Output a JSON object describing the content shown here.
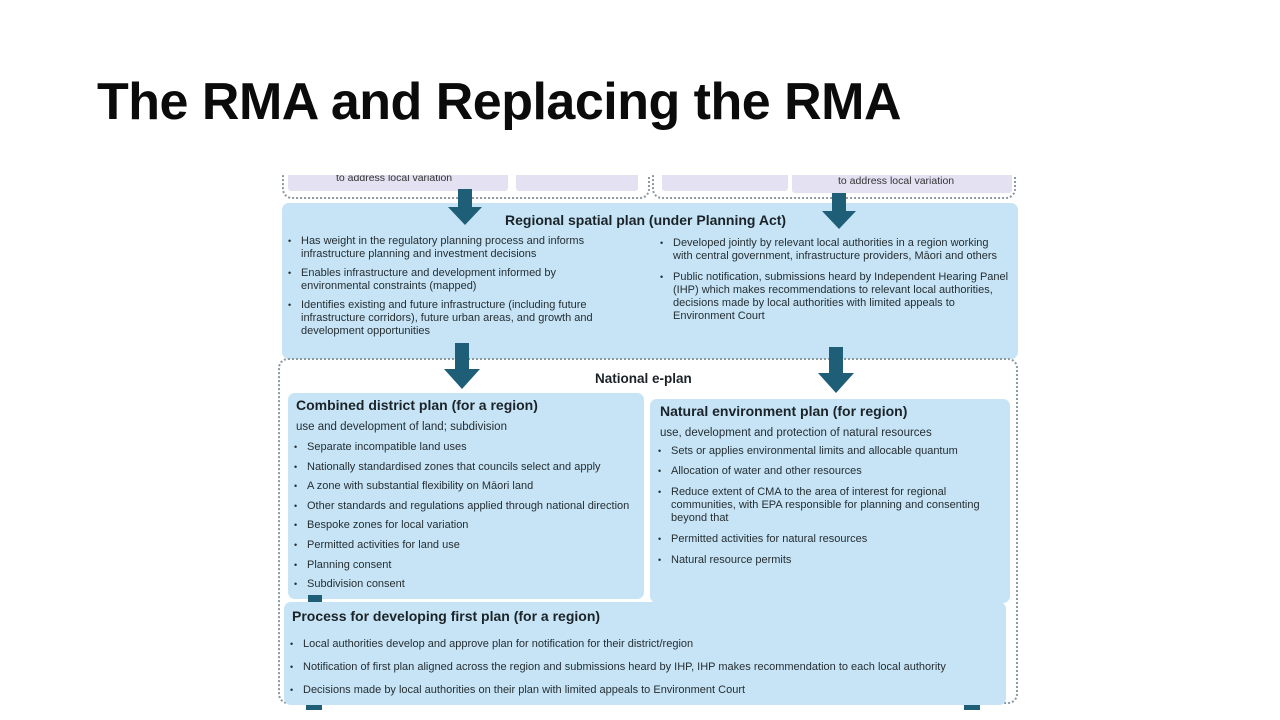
{
  "slide": {
    "title": "The RMA and Replacing the RMA"
  },
  "diagram": {
    "top_left_fragment": "to address local variation",
    "top_right_fragment": "to address local variation",
    "regional_spatial_plan": {
      "heading": "Regional spatial plan (under Planning Act)",
      "left_bullets": [
        "Has weight in the regulatory planning process and informs infrastructure planning and investment decisions",
        "Enables infrastructure and development informed by environmental constraints (mapped)",
        "Identifies existing and future infrastructure (including future infrastructure corridors), future urban areas, and growth and development opportunities"
      ],
      "right_bullets": [
        "Developed jointly by relevant local authorities in a region working with central government, infrastructure providers, Māori and others",
        "Public notification, submissions heard by Independent Hearing Panel (IHP) which makes recommendations to relevant local authorities, decisions made by local authorities with limited appeals to Environment Court"
      ]
    },
    "national_eplan": {
      "label": "National e-plan"
    },
    "combined_district_plan": {
      "heading": "Combined district plan (for a region)",
      "subheading": "use and development of land; subdivision",
      "bullets": [
        "Separate incompatible land uses",
        "Nationally standardised zones that councils select and apply",
        "A zone with substantial flexibility on Māori land",
        "Other standards and regulations applied through national direction",
        "Bespoke zones for local variation",
        "Permitted activities for land use",
        "Planning consent",
        "Subdivision consent"
      ]
    },
    "natural_environment_plan": {
      "heading": "Natural environment plan (for region)",
      "subheading": "use, development and protection of natural resources",
      "bullets": [
        "Sets or applies environmental limits and allocable quantum",
        "Allocation of water and other resources",
        "Reduce extent of CMA to the area of interest for regional communities, with EPA responsible for planning and consenting beyond that",
        "Permitted activities for natural resources",
        "Natural resource permits"
      ]
    },
    "process_first_plan": {
      "heading": "Process for developing first plan (for a region)",
      "bullets": [
        "Local authorities develop and approve plan for notification for their district/region",
        "Notification of first plan aligned across the region and submissions heard by IHP, IHP makes recommendation to each local authority",
        "Decisions made by local authorities on their plan with limited appeals to Environment Court"
      ]
    },
    "colors": {
      "box_fill": "#c6e4f5",
      "arrow": "#1e5f77",
      "top_fragment_fill": "#e4e1f2"
    }
  }
}
